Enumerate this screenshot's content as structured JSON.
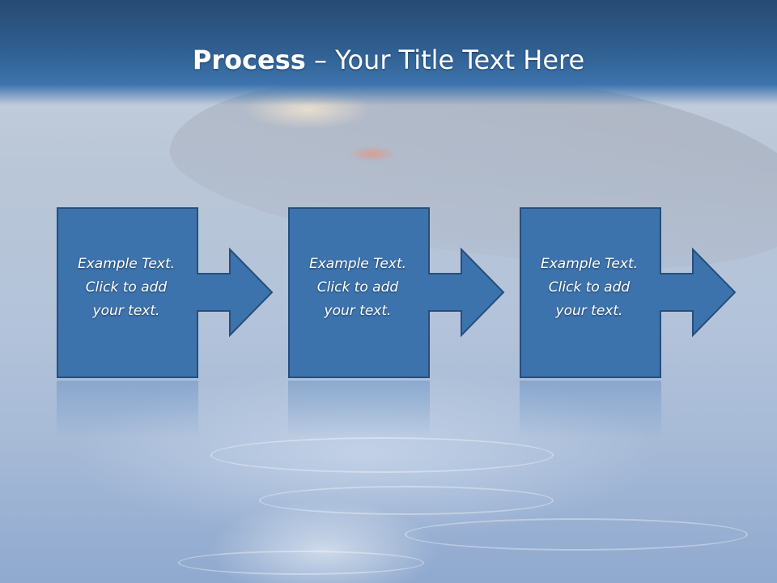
{
  "slide": {
    "title_bold": "Process",
    "title_rest": " – Your Title Text Here"
  },
  "steps": [
    {
      "line1": "Example Text.",
      "line2": "Click  to add",
      "line3": "your text."
    },
    {
      "line1": "Example Text.",
      "line2": "Click  to add",
      "line3": "your text."
    },
    {
      "line1": "Example Text.",
      "line2": "Click  to add",
      "line3": "your text."
    }
  ],
  "colors": {
    "header_top": "#284b72",
    "shape_fill": "#3d73ad",
    "shape_stroke": "#264e7a"
  }
}
